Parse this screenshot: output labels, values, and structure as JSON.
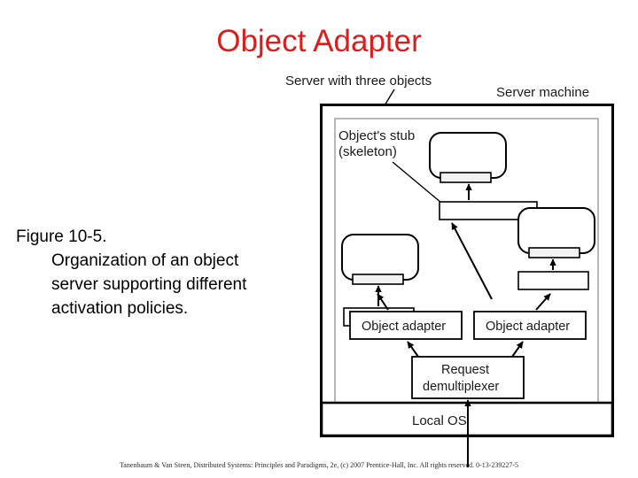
{
  "slide": {
    "title": "Object Adapter",
    "title_color": "#d81f1f",
    "background_color": "#ffffff"
  },
  "caption": {
    "figure_number": "Figure 10-5.",
    "body": "Organization of an object server supporting different activation policies."
  },
  "footer": {
    "credit": "Tanenbaum & Van Steen, Distributed Systems: Principles and Paradigms, 2e, (c) 2007 Prentice-Hall, Inc. All rights reserved. 0-13-239227-5"
  },
  "diagram": {
    "annotations": {
      "server_objects": "Server with three objects",
      "server_machine": "Server machine",
      "object_stub_line1": "Object's stub",
      "object_stub_line2": "(skeleton)"
    },
    "boxes": {
      "object_adapter_left": "Object adapter",
      "object_adapter_right": "Object adapter",
      "request_demultiplexer_line1": "Request",
      "request_demultiplexer_line2": "demultiplexer",
      "local_os": "Local OS"
    },
    "objects": [
      {
        "id": "object-top",
        "label": ""
      },
      {
        "id": "object-left",
        "label": ""
      },
      {
        "id": "object-right",
        "label": ""
      }
    ],
    "colors": {
      "outer_border": "#000000",
      "inner_border": "#9a9a9a",
      "skeleton_fill": "#f2f2f2",
      "box_fill": "#ffffff"
    }
  }
}
